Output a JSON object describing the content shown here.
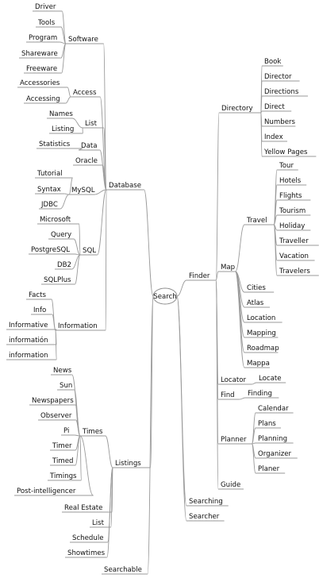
{
  "root": "Search",
  "left": [
    {
      "label": "Database",
      "children": [
        {
          "label": "Software",
          "children": [
            "Driver",
            "Tools",
            "Program",
            "Shareware",
            "Freeware"
          ]
        },
        {
          "label": "Access",
          "children": [
            "Accessories",
            "Accessing"
          ]
        },
        {
          "label": "List",
          "children": [
            "Names",
            "Listing"
          ]
        },
        {
          "label": "Data",
          "children": [
            "Statistics"
          ]
        },
        {
          "label": "Oracle",
          "children": []
        },
        {
          "label": "MySQL",
          "children": [
            "Tutorial",
            "Syntax",
            "JDBC"
          ]
        },
        {
          "label": "SQL",
          "children": [
            "Microsoft",
            "Query",
            "PostgreSQL",
            "DB2",
            "SQLPlus"
          ]
        },
        {
          "label": "Information",
          "children": [
            "Facts",
            "Info",
            "Informative",
            "informatión",
            "information"
          ]
        }
      ]
    },
    {
      "label": "Listings",
      "children": [
        {
          "label": "Times",
          "children": [
            "News",
            "Sun",
            "Newspapers",
            "Observer",
            "Pi",
            "Timer",
            "Timed",
            "Timings",
            "Post-intelligencer"
          ]
        },
        {
          "label": "Real Estate",
          "children": []
        },
        {
          "label": "List",
          "children": []
        },
        {
          "label": "Schedule",
          "children": []
        },
        {
          "label": "Showtimes",
          "children": []
        }
      ]
    },
    {
      "label": "Searchable",
      "children": []
    }
  ],
  "right": [
    {
      "label": "Finder",
      "children": [
        {
          "label": "Directory",
          "children": [
            "Book",
            "Director",
            "Directions",
            "Direct",
            "Numbers",
            "Index",
            "Yellow Pages"
          ]
        },
        {
          "label": "Map",
          "children": [
            {
              "label": "Travel",
              "children": [
                "Tour",
                "Hotels",
                "Flights",
                "Tourism",
                "Holiday",
                "Traveller",
                "Vacation",
                "Travelers"
              ]
            },
            {
              "label": "Cities",
              "children": []
            },
            {
              "label": "Atlas",
              "children": []
            },
            {
              "label": "Location",
              "children": []
            },
            {
              "label": "Mapping",
              "children": []
            },
            {
              "label": "Roadmap",
              "children": []
            },
            {
              "label": "Mappa",
              "children": []
            }
          ]
        },
        {
          "label": "Locator",
          "children": [
            "Locate"
          ]
        },
        {
          "label": "Find",
          "children": [
            "Finding"
          ]
        },
        {
          "label": "Planner",
          "children": [
            "Calendar",
            "Plans",
            "Planning",
            "Organizer",
            "Planer"
          ]
        },
        {
          "label": "Guide",
          "children": []
        }
      ]
    },
    {
      "label": "Searching",
      "children": []
    },
    {
      "label": "Searcher",
      "children": []
    }
  ]
}
